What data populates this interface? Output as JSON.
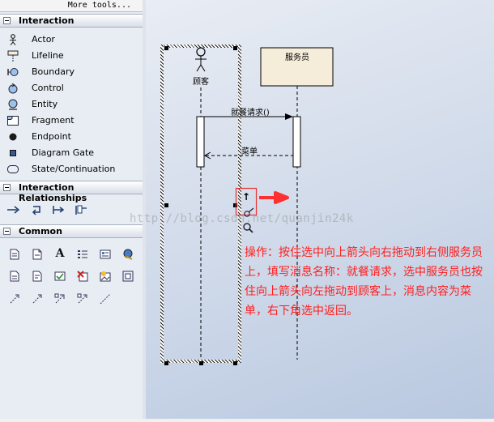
{
  "toolbox": {
    "more_tools": "More tools...",
    "sections": {
      "interaction": "Interaction",
      "relationships": "Interaction Relationships",
      "common": "Common"
    },
    "interaction_items": [
      {
        "label": "Actor",
        "icon": "actor-icon"
      },
      {
        "label": "Lifeline",
        "icon": "lifeline-icon"
      },
      {
        "label": "Boundary",
        "icon": "boundary-icon"
      },
      {
        "label": "Control",
        "icon": "control-icon"
      },
      {
        "label": "Entity",
        "icon": "entity-icon"
      },
      {
        "label": "Fragment",
        "icon": "fragment-icon"
      },
      {
        "label": "Endpoint",
        "icon": "endpoint-icon"
      },
      {
        "label": "Diagram Gate",
        "icon": "diagram-gate-icon"
      },
      {
        "label": "State/Continuation",
        "icon": "state-continuation-icon"
      }
    ],
    "relationship_icons": [
      "message-icon",
      "self-message-icon",
      "call-icon",
      "recursion-icon"
    ],
    "common_icons": [
      "text-icon",
      "note-icon",
      "text-label-icon",
      "list-icon",
      "legend-icon",
      "hyperlink-icon",
      "document-icon",
      "artifact-icon",
      "check-icon",
      "delete-icon",
      "image-icon",
      "frame-icon",
      "link-icon",
      "notelink-icon",
      "dependency-icon",
      "trace-icon",
      "constraint-icon"
    ]
  },
  "diagram": {
    "actor_name": "顾客",
    "lifeline_name": "服务员",
    "message_1": "就餐请求()",
    "message_2": "菜单",
    "drag_cursor_glyph": "↑"
  },
  "watermark": "http://blog.csdn.net/quanjin24k",
  "annotation": "操作：按住选中向上箭头向右拖动到右侧服务员上，填写消息名称：就餐请求，选中服务员也按住向上箭头向左拖动到顾客上，消息内容为菜单，右下角选中返回。",
  "colors": {
    "annotation_text": "#ff1f1f",
    "highlight_box": "#e83030",
    "lifeline_fill": "#f5ecd9",
    "canvas_top": "#e9edf4",
    "canvas_bottom": "#b8c8e0"
  }
}
